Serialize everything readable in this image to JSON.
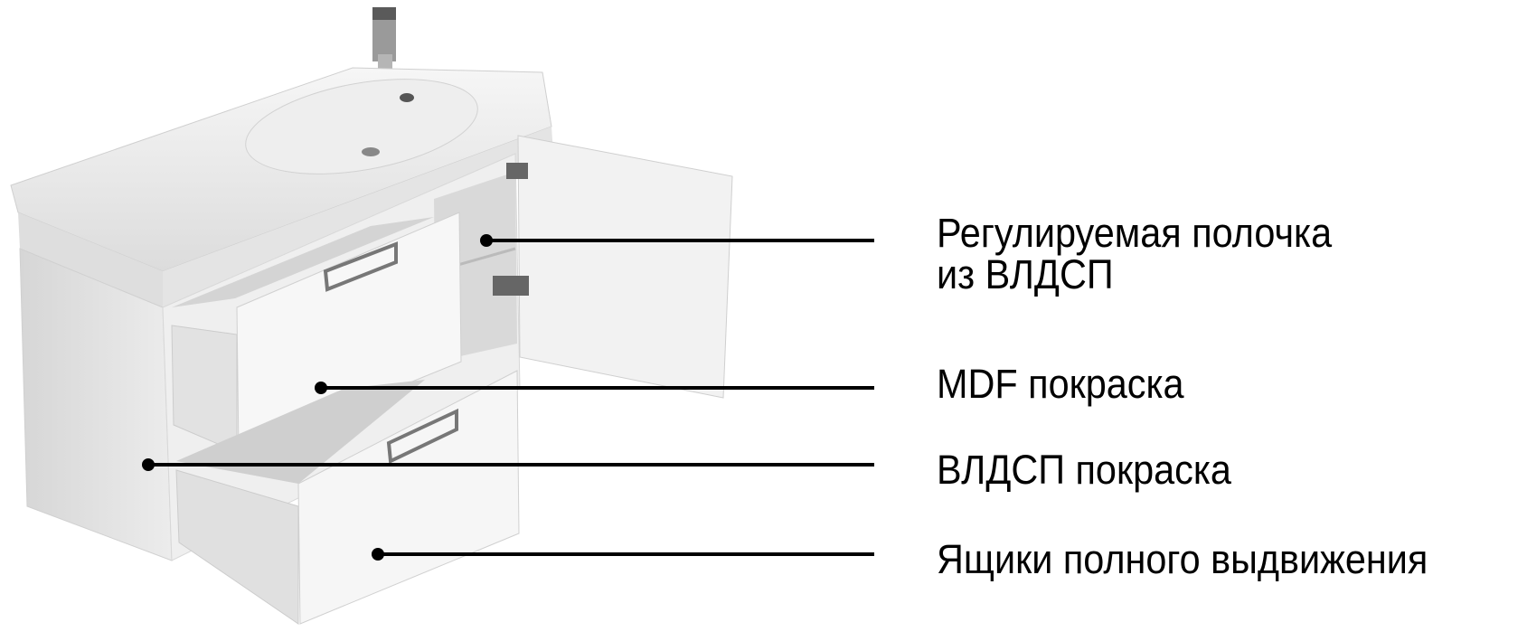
{
  "labels": [
    {
      "line1": "Регулируемая полочка",
      "line2": "из ВЛДСП"
    },
    {
      "line1": "MDF покраска"
    },
    {
      "line1": "ВЛДСП покраска"
    },
    {
      "line1": "Ящики полного выдвижения"
    }
  ],
  "colors": {
    "text": "#000000",
    "leader": "#000000",
    "cabinet": "#e9e9e9"
  }
}
